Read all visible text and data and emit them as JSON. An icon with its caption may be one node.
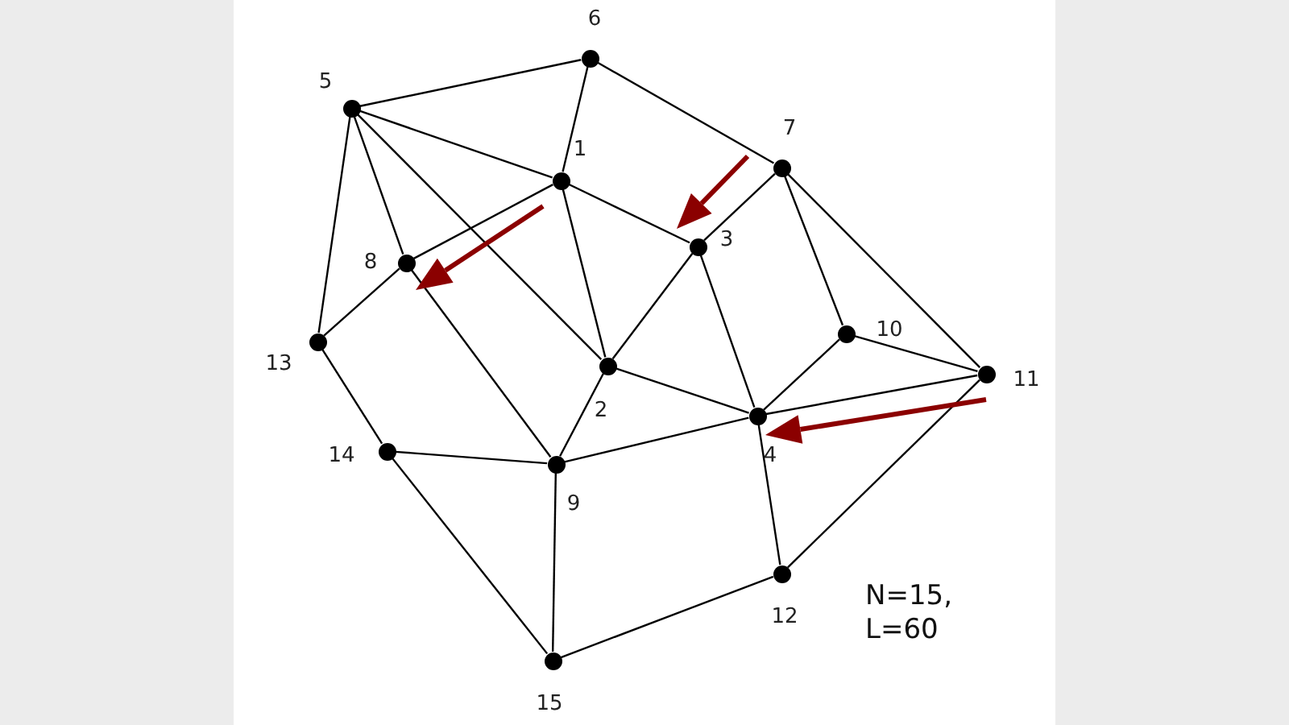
{
  "diagram": {
    "nodes": [
      {
        "text": [],
        "shape": "circle",
        "beside": [
          "6"
        ]
      },
      {
        "text": [],
        "shape": "circle",
        "beside": [
          "5"
        ]
      },
      {
        "text": [],
        "shape": "circle",
        "beside": [
          "7"
        ]
      },
      {
        "text": [],
        "shape": "circle",
        "beside": [
          "1"
        ]
      },
      {
        "text": [],
        "shape": "circle",
        "beside": [
          "3"
        ]
      },
      {
        "text": [],
        "shape": "circle",
        "beside": [
          "8"
        ]
      },
      {
        "text": [],
        "shape": "circle",
        "beside": [
          "10"
        ]
      },
      {
        "text": [],
        "shape": "circle",
        "beside": [
          "13"
        ]
      },
      {
        "text": [],
        "shape": "circle",
        "beside": [
          "2"
        ]
      },
      {
        "text": [],
        "shape": "circle",
        "beside": [
          "11"
        ]
      },
      {
        "text": [],
        "shape": "circle",
        "beside": [
          "4"
        ]
      },
      {
        "text": [],
        "shape": "circle",
        "beside": [
          "14"
        ]
      },
      {
        "text": [],
        "shape": "circle",
        "beside": [
          "9"
        ]
      },
      {
        "text": [],
        "shape": "circle",
        "beside": [
          "12"
        ]
      },
      {
        "text": [],
        "shape": "circle",
        "beside": [
          "15"
        ]
      }
    ],
    "edges": [
      {
        "from": 1,
        "to": 0,
        "arrow": "none"
      },
      {
        "from": 0,
        "to": 3,
        "arrow": "none"
      },
      {
        "from": 0,
        "to": 2,
        "arrow": "none"
      },
      {
        "from": 1,
        "to": 3,
        "arrow": "none"
      },
      {
        "from": 3,
        "to": 4,
        "arrow": "none"
      },
      {
        "from": 1,
        "to": 7,
        "arrow": "none"
      },
      {
        "from": 1,
        "to": 5,
        "arrow": "none"
      },
      {
        "from": 1,
        "to": 8,
        "arrow": "none"
      },
      {
        "from": 3,
        "to": 5,
        "arrow": "none"
      },
      {
        "from": 5,
        "to": 7,
        "arrow": "none"
      },
      {
        "from": 5,
        "to": 12,
        "arrow": "none"
      },
      {
        "from": 3,
        "to": 8,
        "arrow": "none"
      },
      {
        "from": 8,
        "to": 4,
        "arrow": "none"
      },
      {
        "from": 4,
        "to": 2,
        "arrow": "none"
      },
      {
        "from": 4,
        "to": 10,
        "arrow": "none"
      },
      {
        "from": 2,
        "to": 6,
        "arrow": "none"
      },
      {
        "from": 2,
        "to": 9,
        "arrow": "none"
      },
      {
        "from": 6,
        "to": 10,
        "arrow": "none"
      },
      {
        "from": 6,
        "to": 9,
        "arrow": "none"
      },
      {
        "from": 10,
        "to": 9,
        "arrow": "none"
      },
      {
        "from": 8,
        "to": 10,
        "arrow": "none"
      },
      {
        "from": 12,
        "to": 10,
        "arrow": "none"
      },
      {
        "from": 8,
        "to": 12,
        "arrow": "none"
      },
      {
        "from": 11,
        "to": 12,
        "arrow": "none"
      },
      {
        "from": 7,
        "to": 11,
        "arrow": "none"
      },
      {
        "from": 11,
        "to": 14,
        "arrow": "none"
      },
      {
        "from": 12,
        "to": 14,
        "arrow": "none"
      },
      {
        "from": 14,
        "to": 13,
        "arrow": "none"
      },
      {
        "from": 10,
        "to": 13,
        "arrow": "none"
      },
      {
        "from": 13,
        "to": 9,
        "arrow": "none"
      }
    ],
    "labels": [
      "N=15, L=60"
    ]
  }
}
